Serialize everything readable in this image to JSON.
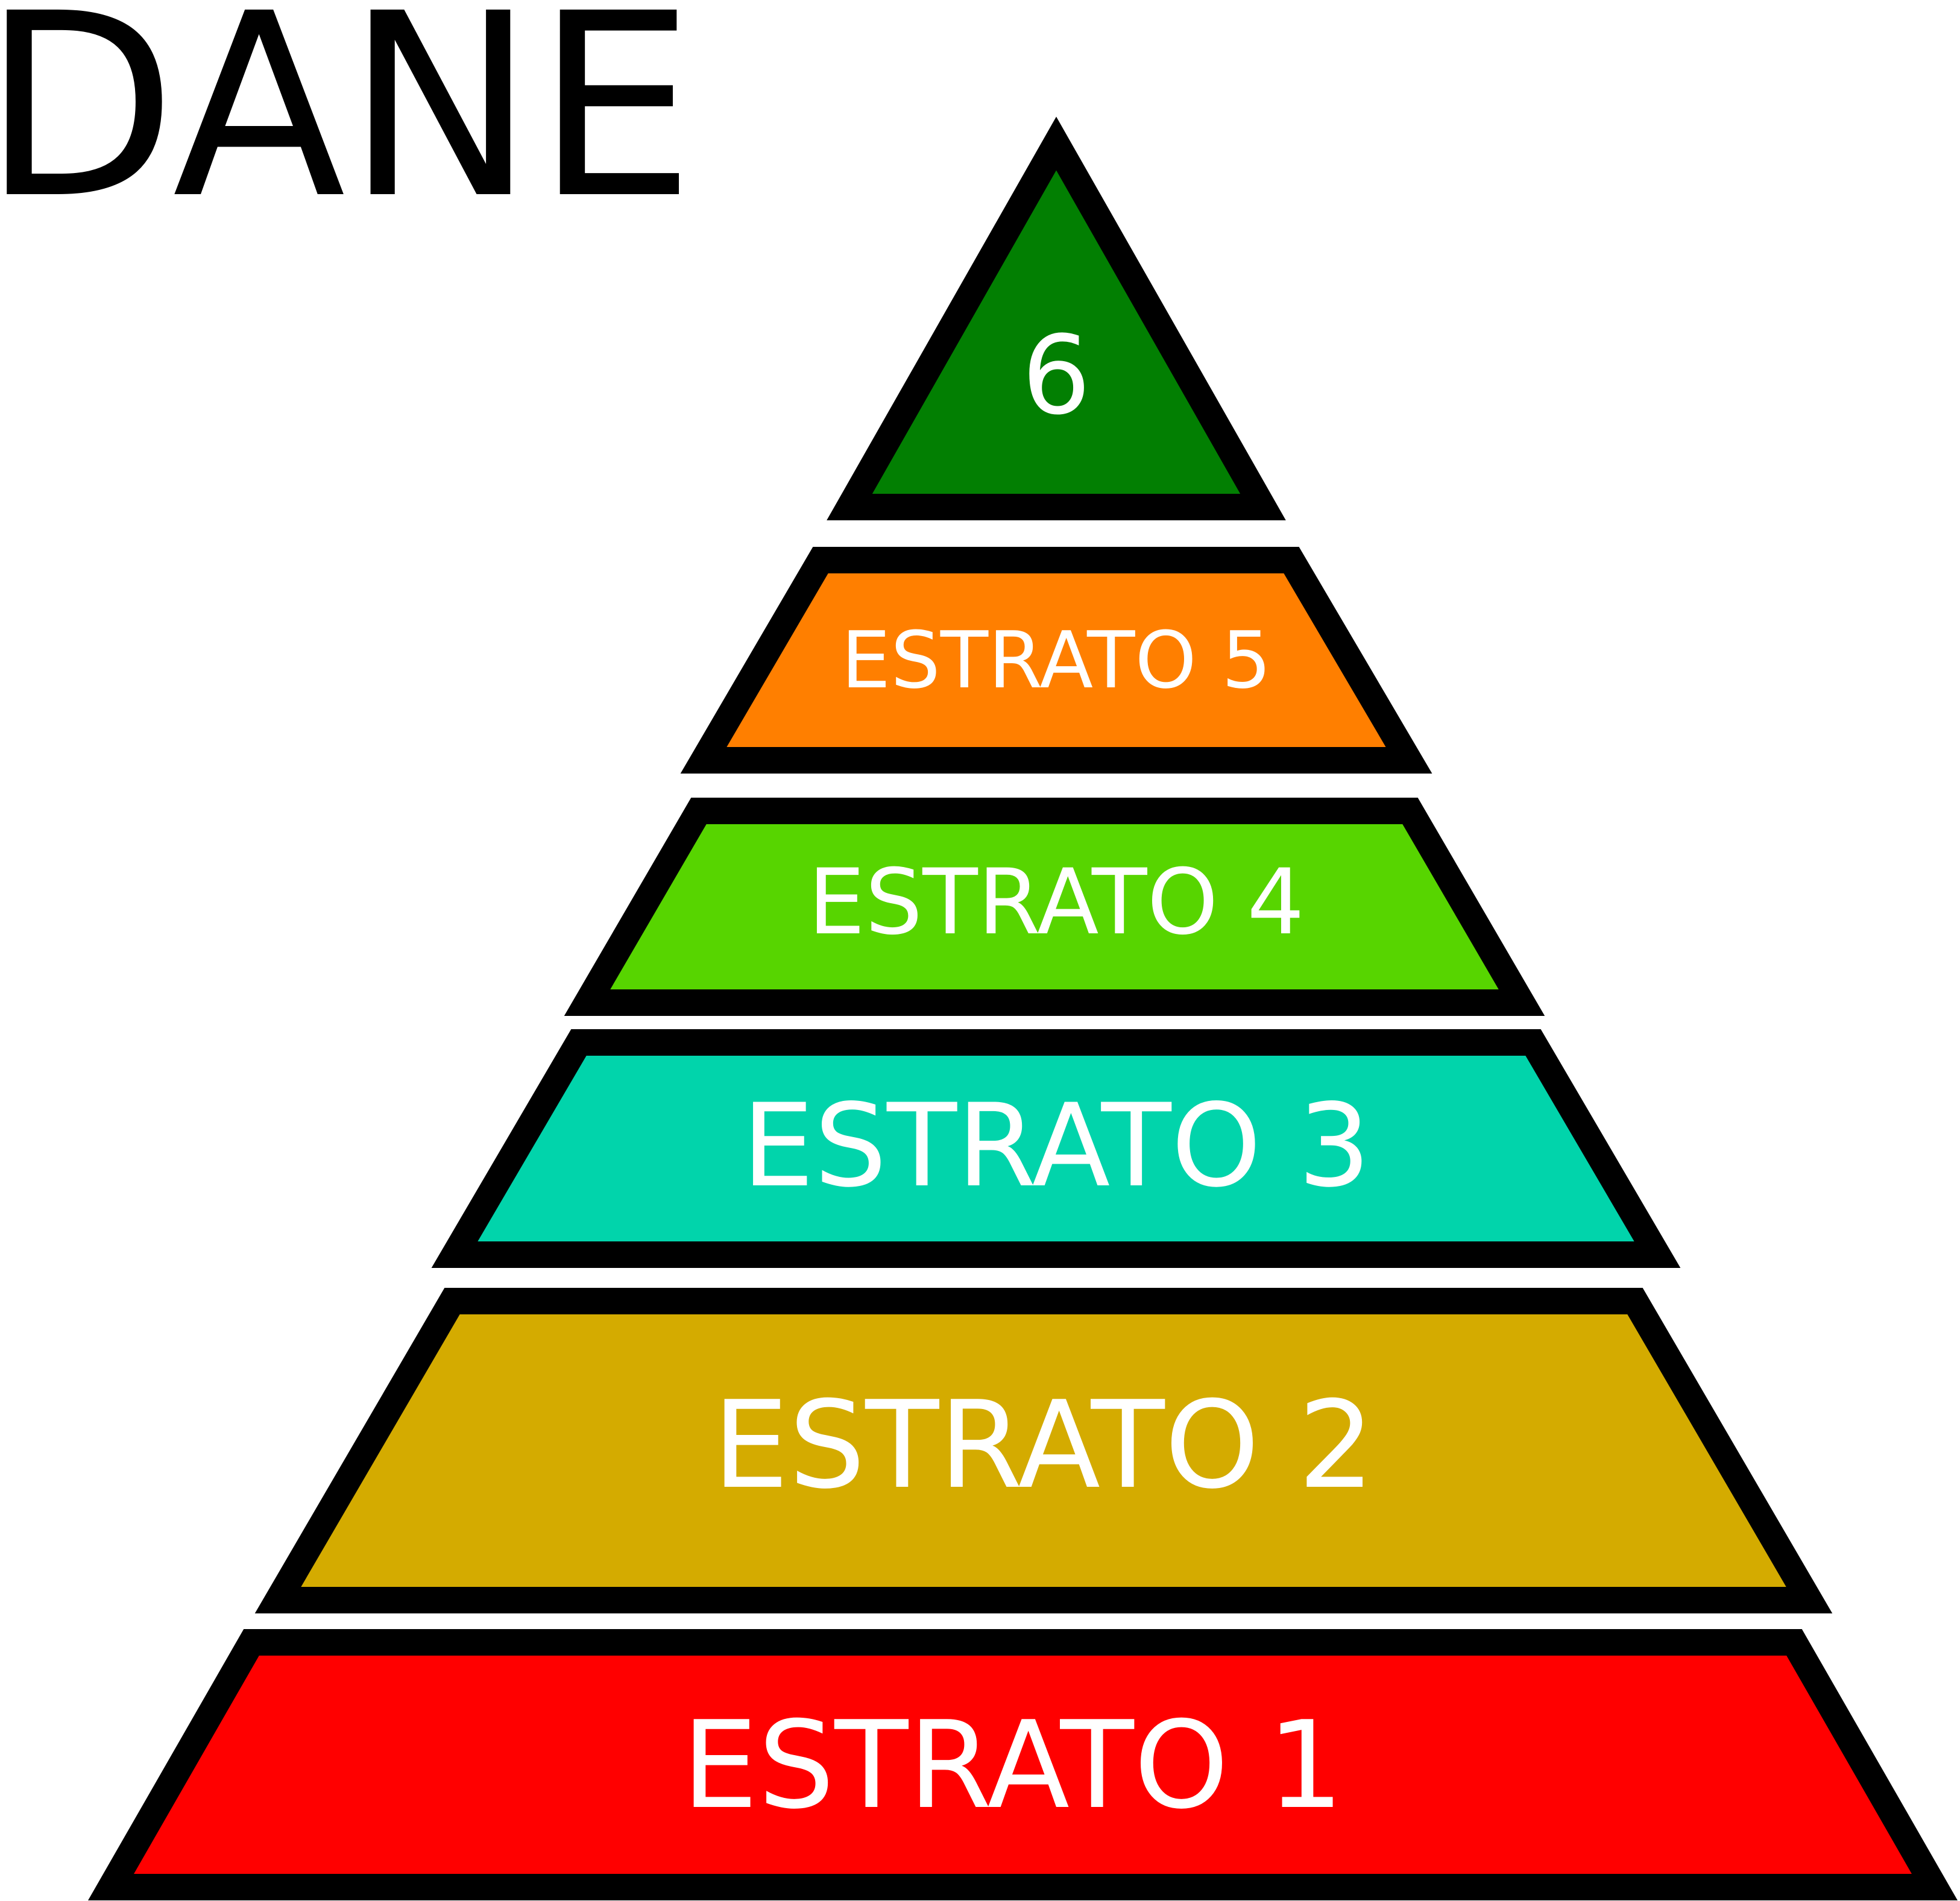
{
  "title": "DANE",
  "colors": {
    "outline": "#000000",
    "label": "#ffffff",
    "background": "#ffffff"
  },
  "levels": [
    {
      "label": "6",
      "color": "#027f02"
    },
    {
      "label": "ESTRATO 5",
      "color": "#ff7f00"
    },
    {
      "label": "ESTRATO 4",
      "color": "#57d500"
    },
    {
      "label": "ESTRATO 3",
      "color": "#01d4ab"
    },
    {
      "label": "ESTRATO 2",
      "color": "#d4ab00"
    },
    {
      "label": "ESTRATO 1",
      "color": "#ff0000"
    }
  ]
}
